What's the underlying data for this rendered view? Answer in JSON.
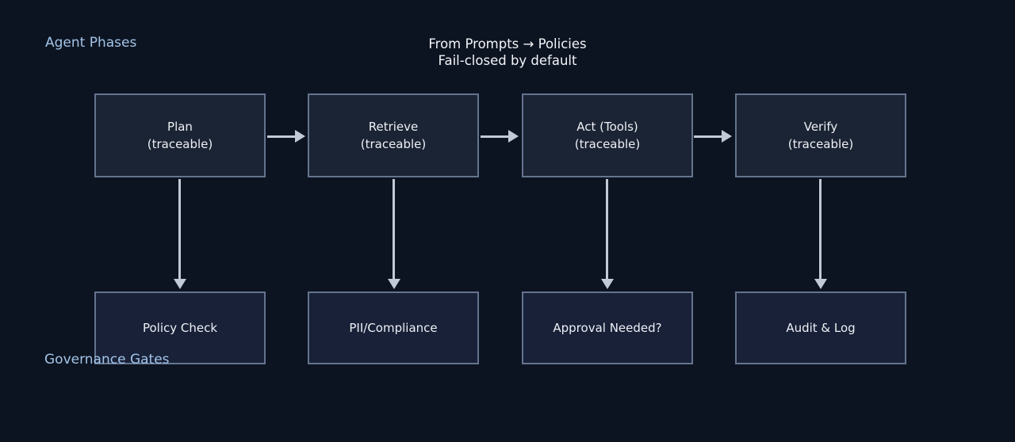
{
  "title": {
    "line1": "From Prompts → Policies",
    "line2": "Fail-closed by default"
  },
  "labels": {
    "phases_group": "Agent Phases",
    "gates_group": "Governance Gates"
  },
  "phases": [
    {
      "name": "Plan",
      "sub": "(traceable)"
    },
    {
      "name": "Retrieve",
      "sub": "(traceable)"
    },
    {
      "name": "Act (Tools)",
      "sub": "(traceable)"
    },
    {
      "name": "Verify",
      "sub": "(traceable)"
    }
  ],
  "gates": [
    {
      "name": "Policy Check"
    },
    {
      "name": "PII/Compliance"
    },
    {
      "name": "Approval Needed?"
    },
    {
      "name": "Audit & Log"
    }
  ],
  "colors": {
    "background": "#0d1421",
    "phase_box_fill": "#1b2434",
    "gate_box_fill": "#182138",
    "box_border": "#64748e",
    "arrow": "#c2cad7",
    "group_label_text": "#a3c4e8",
    "box_text": "#edf0f5",
    "title_text": "#f2f4f8"
  }
}
